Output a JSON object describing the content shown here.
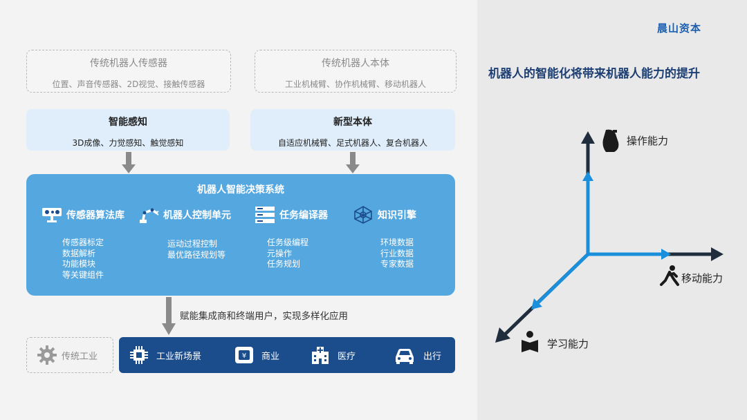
{
  "logo": "晨山资本",
  "right_title": "机器人的智能化将带来机器人能力的提升",
  "traditional_sensor": {
    "title": "传统机器人传感器",
    "subtitle": "位置、声音传感器、2D视觉、接触传感器"
  },
  "traditional_body": {
    "title": "传统机器人本体",
    "subtitle": "工业机械臂、协作机械臂、移动机器人"
  },
  "smart_perception": {
    "title": "智能感知",
    "subtitle": "3D成像、力觉感知、触觉感知"
  },
  "new_body": {
    "title": "新型本体",
    "subtitle": "自适应机械臂、足式机器人、复合机器人"
  },
  "decision_system": {
    "title": "机器人智能决策系统",
    "modules": [
      {
        "label": "传感器算法库",
        "items": [
          "传感器标定",
          "数据解析",
          "功能模块",
          "等关键组件"
        ]
      },
      {
        "label": "机器人控制单元",
        "items": [
          "运动过程控制",
          "最优路径规划等"
        ]
      },
      {
        "label": "任务编译器",
        "items": [
          "任务级编程",
          "元操作",
          "任务规划"
        ]
      },
      {
        "label": "知识引擎",
        "items": [
          "环境数据",
          "行业数据",
          "专家数据"
        ]
      }
    ]
  },
  "empower_text": "赋能集成商和终端用户，实现多样化应用",
  "traditional_industry": "传统工业",
  "scenes": [
    {
      "label": "工业新场景",
      "icon": "chip-icon"
    },
    {
      "label": "商业",
      "icon": "shop-icon"
    },
    {
      "label": "医疗",
      "icon": "hospital-icon"
    },
    {
      "label": "出行",
      "icon": "car-icon"
    }
  ],
  "axes": {
    "up": "操作能力",
    "right": "移动能力",
    "down_left": "学习能力"
  },
  "colors": {
    "dark_blue": "#1b4d8c",
    "mid_blue": "#55a7e0",
    "light_blue": "#dfeefa",
    "axis_dark": "#1f2d3d",
    "axis_bright": "#1a8fdc"
  }
}
